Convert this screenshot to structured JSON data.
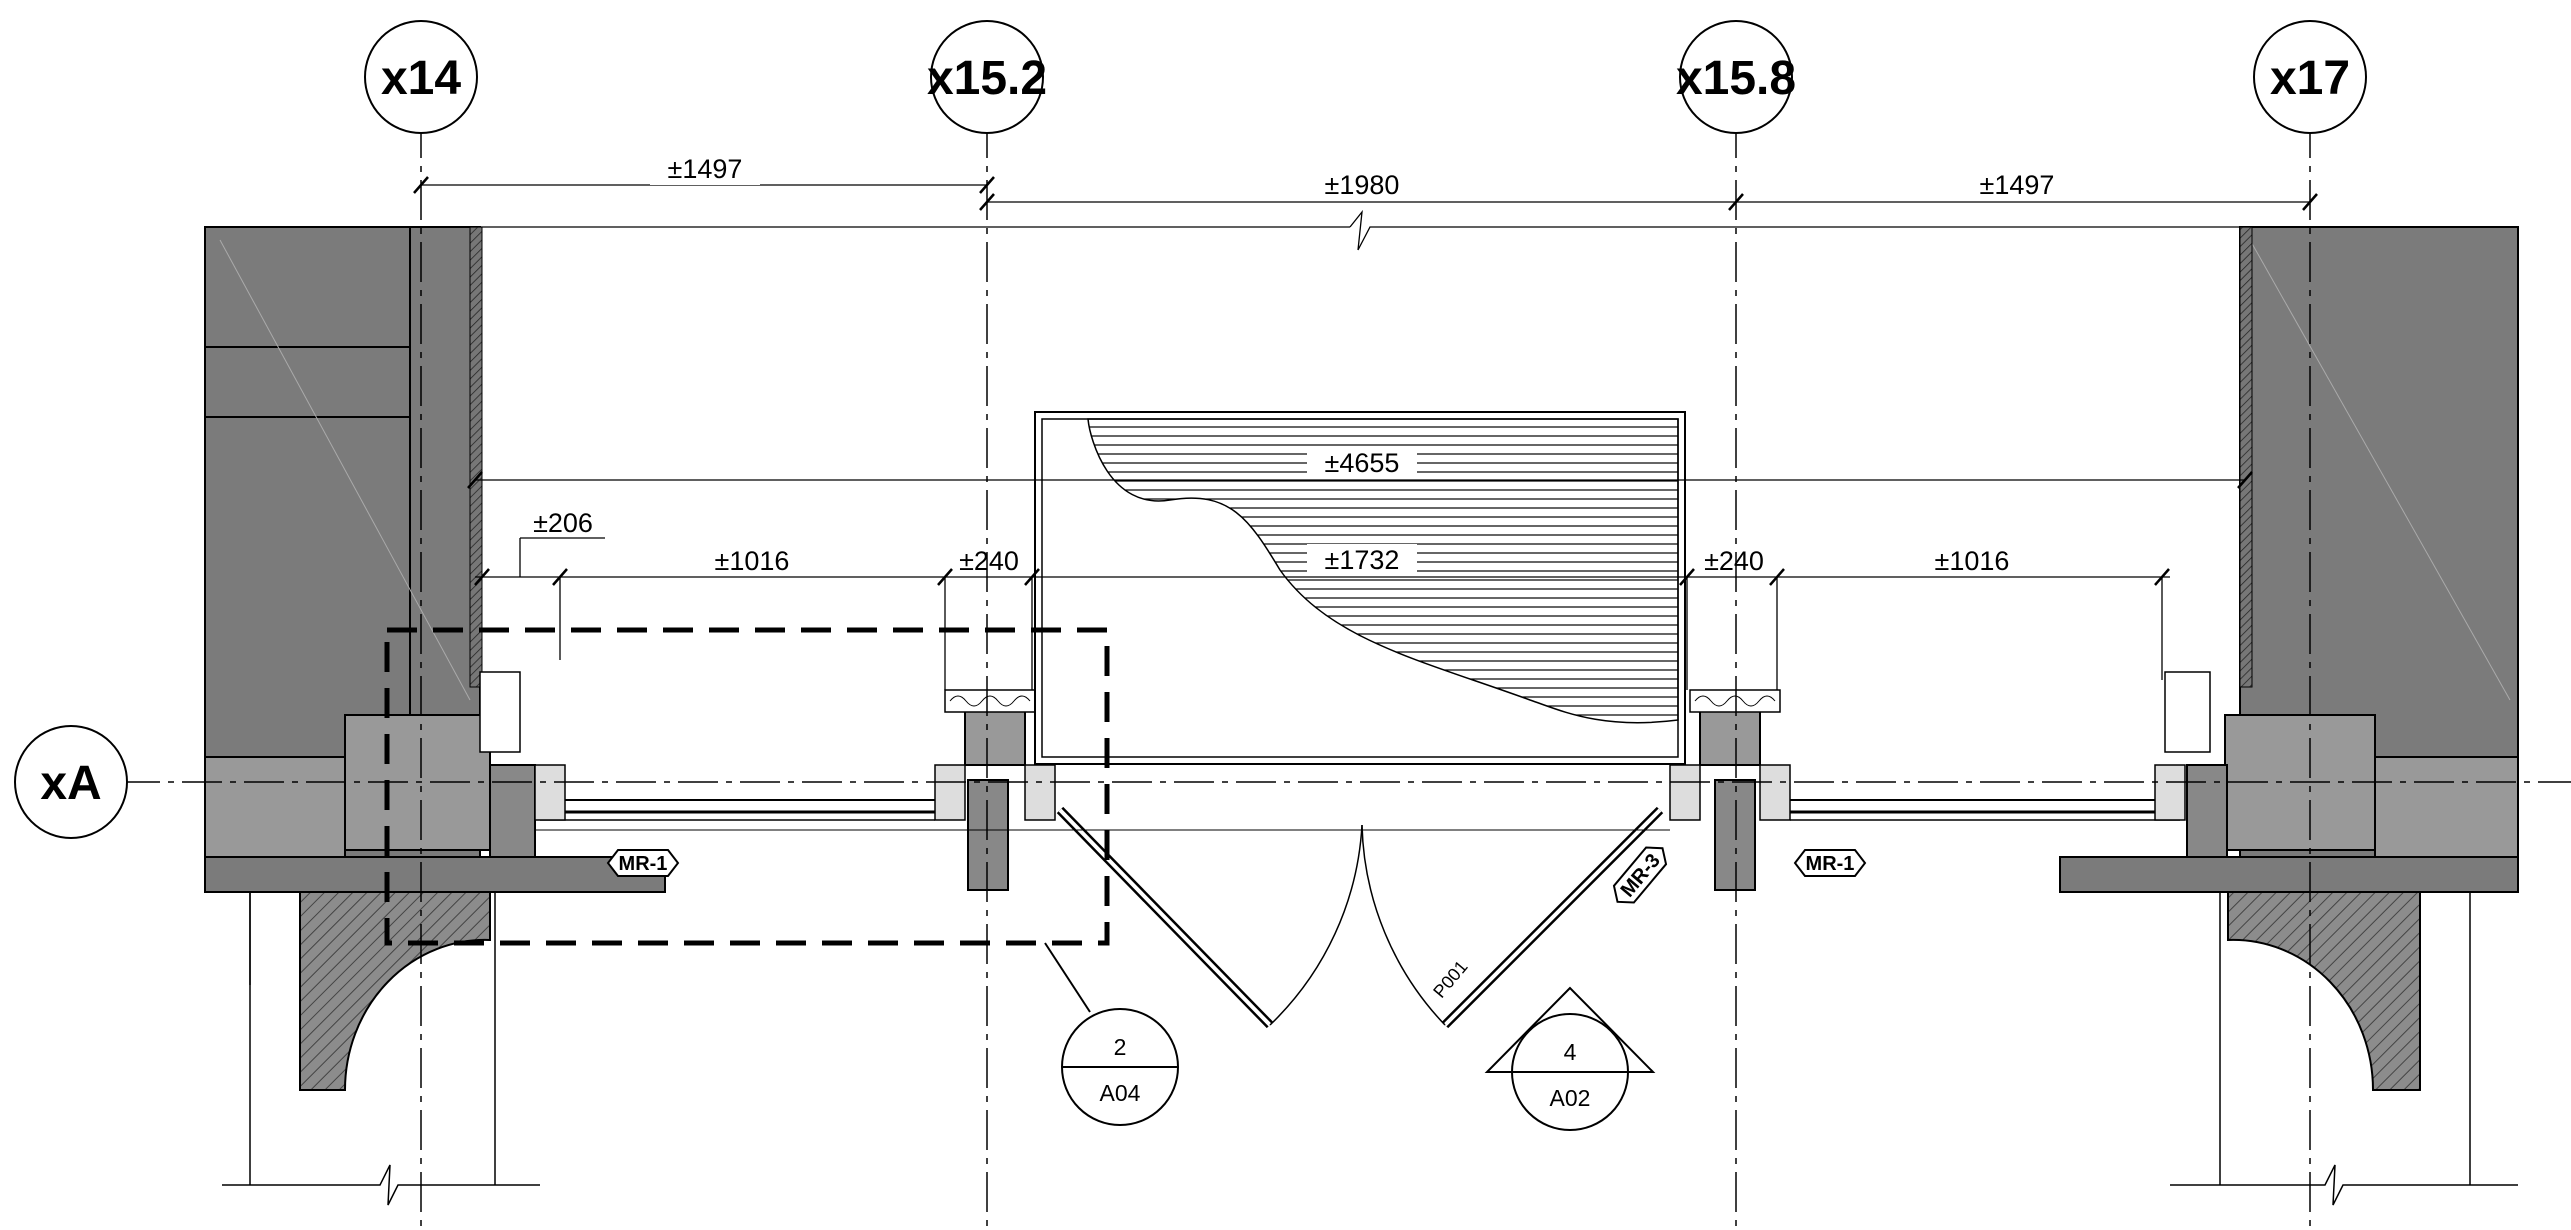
{
  "grid": {
    "columns": [
      {
        "id": "x14",
        "label": "x14"
      },
      {
        "id": "x15-2",
        "label": "x15.2"
      },
      {
        "id": "x15-8",
        "label": "x15.8"
      },
      {
        "id": "x17",
        "label": "x17"
      }
    ],
    "rows": [
      {
        "id": "xa",
        "label": "xA"
      }
    ]
  },
  "dimensions": {
    "top_left": "±1497",
    "top_middle": "±1980",
    "top_right": "±1497",
    "overall": "±4655",
    "inner_offset": "±206",
    "left_opening": "±1016",
    "left_jamb": "±240",
    "center_opening": "±1732",
    "right_jamb": "±240",
    "right_opening": "±1016"
  },
  "tags": {
    "mr_left": "MR-1",
    "mr_right": "MR-1",
    "mr_door": "MR-3",
    "door": "P001"
  },
  "references": {
    "detail": {
      "number": "2",
      "sheet": "A04"
    },
    "elevation": {
      "number": "4",
      "sheet": "A02"
    }
  },
  "colors": {
    "wall": "#7b7b7b",
    "concrete": "#999999",
    "line": "#000000"
  }
}
